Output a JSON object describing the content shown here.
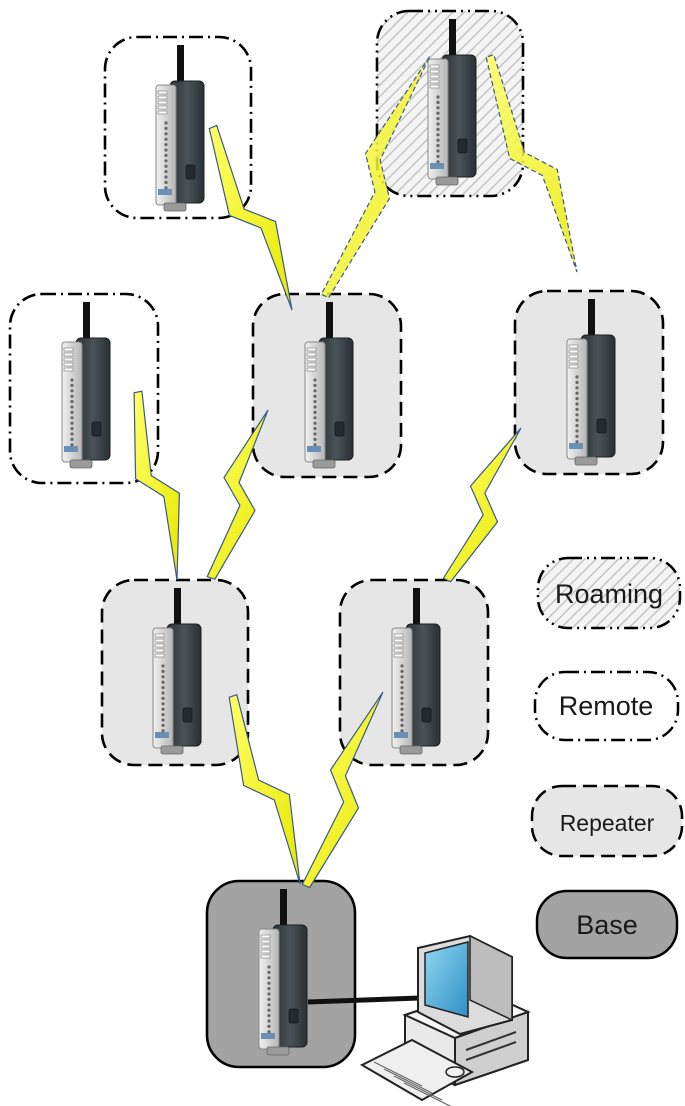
{
  "legend": {
    "roaming": "Roaming",
    "remote": "Remote",
    "repeater": "Repeater",
    "base": "Base"
  },
  "colors": {
    "repeater_fill": "#e6e6e6",
    "base_fill": "#a3a3a3",
    "remote_fill": "#ffffff",
    "roaming_hatch": "#cfcfcf",
    "lightning_fill": "#ffff00",
    "link_line": "#3a5a8c",
    "device_body": "#3c4448",
    "device_faceplate": "#d8d8d8",
    "antenna": "#111111"
  },
  "icons": {
    "device": "wireless-io-device-icon",
    "computer": "desktop-computer-icon",
    "link": "wireless-lightning-link-icon"
  },
  "nodes": [
    {
      "id": "base",
      "role": "Base"
    },
    {
      "id": "repeater-1",
      "role": "Repeater"
    },
    {
      "id": "repeater-2",
      "role": "Repeater"
    },
    {
      "id": "repeater-3",
      "role": "Repeater"
    },
    {
      "id": "repeater-4",
      "role": "Repeater"
    },
    {
      "id": "remote-1",
      "role": "Remote"
    },
    {
      "id": "remote-2",
      "role": "Remote"
    },
    {
      "id": "roaming-1",
      "role": "Roaming"
    }
  ],
  "links": [
    {
      "from": "base",
      "to": "repeater-1"
    },
    {
      "from": "base",
      "to": "repeater-2"
    },
    {
      "from": "repeater-1",
      "to": "remote-1"
    },
    {
      "from": "repeater-1",
      "to": "repeater-3"
    },
    {
      "from": "repeater-2",
      "to": "repeater-4"
    },
    {
      "from": "repeater-3",
      "to": "remote-2"
    },
    {
      "from": "repeater-3",
      "to": "roaming-1"
    },
    {
      "from": "repeater-4",
      "to": "roaming-1"
    }
  ]
}
